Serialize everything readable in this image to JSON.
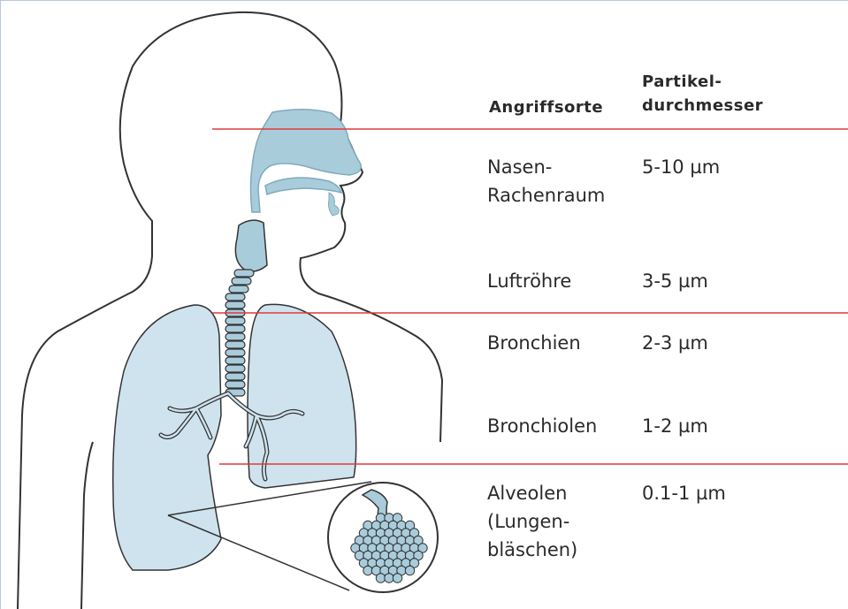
{
  "headers": {
    "site_label": "Angriffsorte",
    "size_label_line1": "Partikel-",
    "size_label_line2": "durchmesser"
  },
  "rows": [
    {
      "site": [
        "Nasen-",
        "Rachenraum"
      ],
      "size": "5-10 µm"
    },
    {
      "site": [
        "Luftröhre"
      ],
      "size": "3-5 µm"
    },
    {
      "site": [
        "Bronchien"
      ],
      "size": "2-3 µm"
    },
    {
      "site": [
        "Bronchiolen"
      ],
      "size": "1-2 µm"
    },
    {
      "site": [
        "Alveolen",
        "(Lungen-",
        "bläschen)"
      ],
      "size": "0.1-1 µm"
    }
  ],
  "colors": {
    "organ_fill": "#a9ccdb",
    "lung_fill": "#cfe3ee",
    "divider_line": "#e03a3a",
    "outline": "#333333",
    "frame": "#b9c6dd"
  }
}
